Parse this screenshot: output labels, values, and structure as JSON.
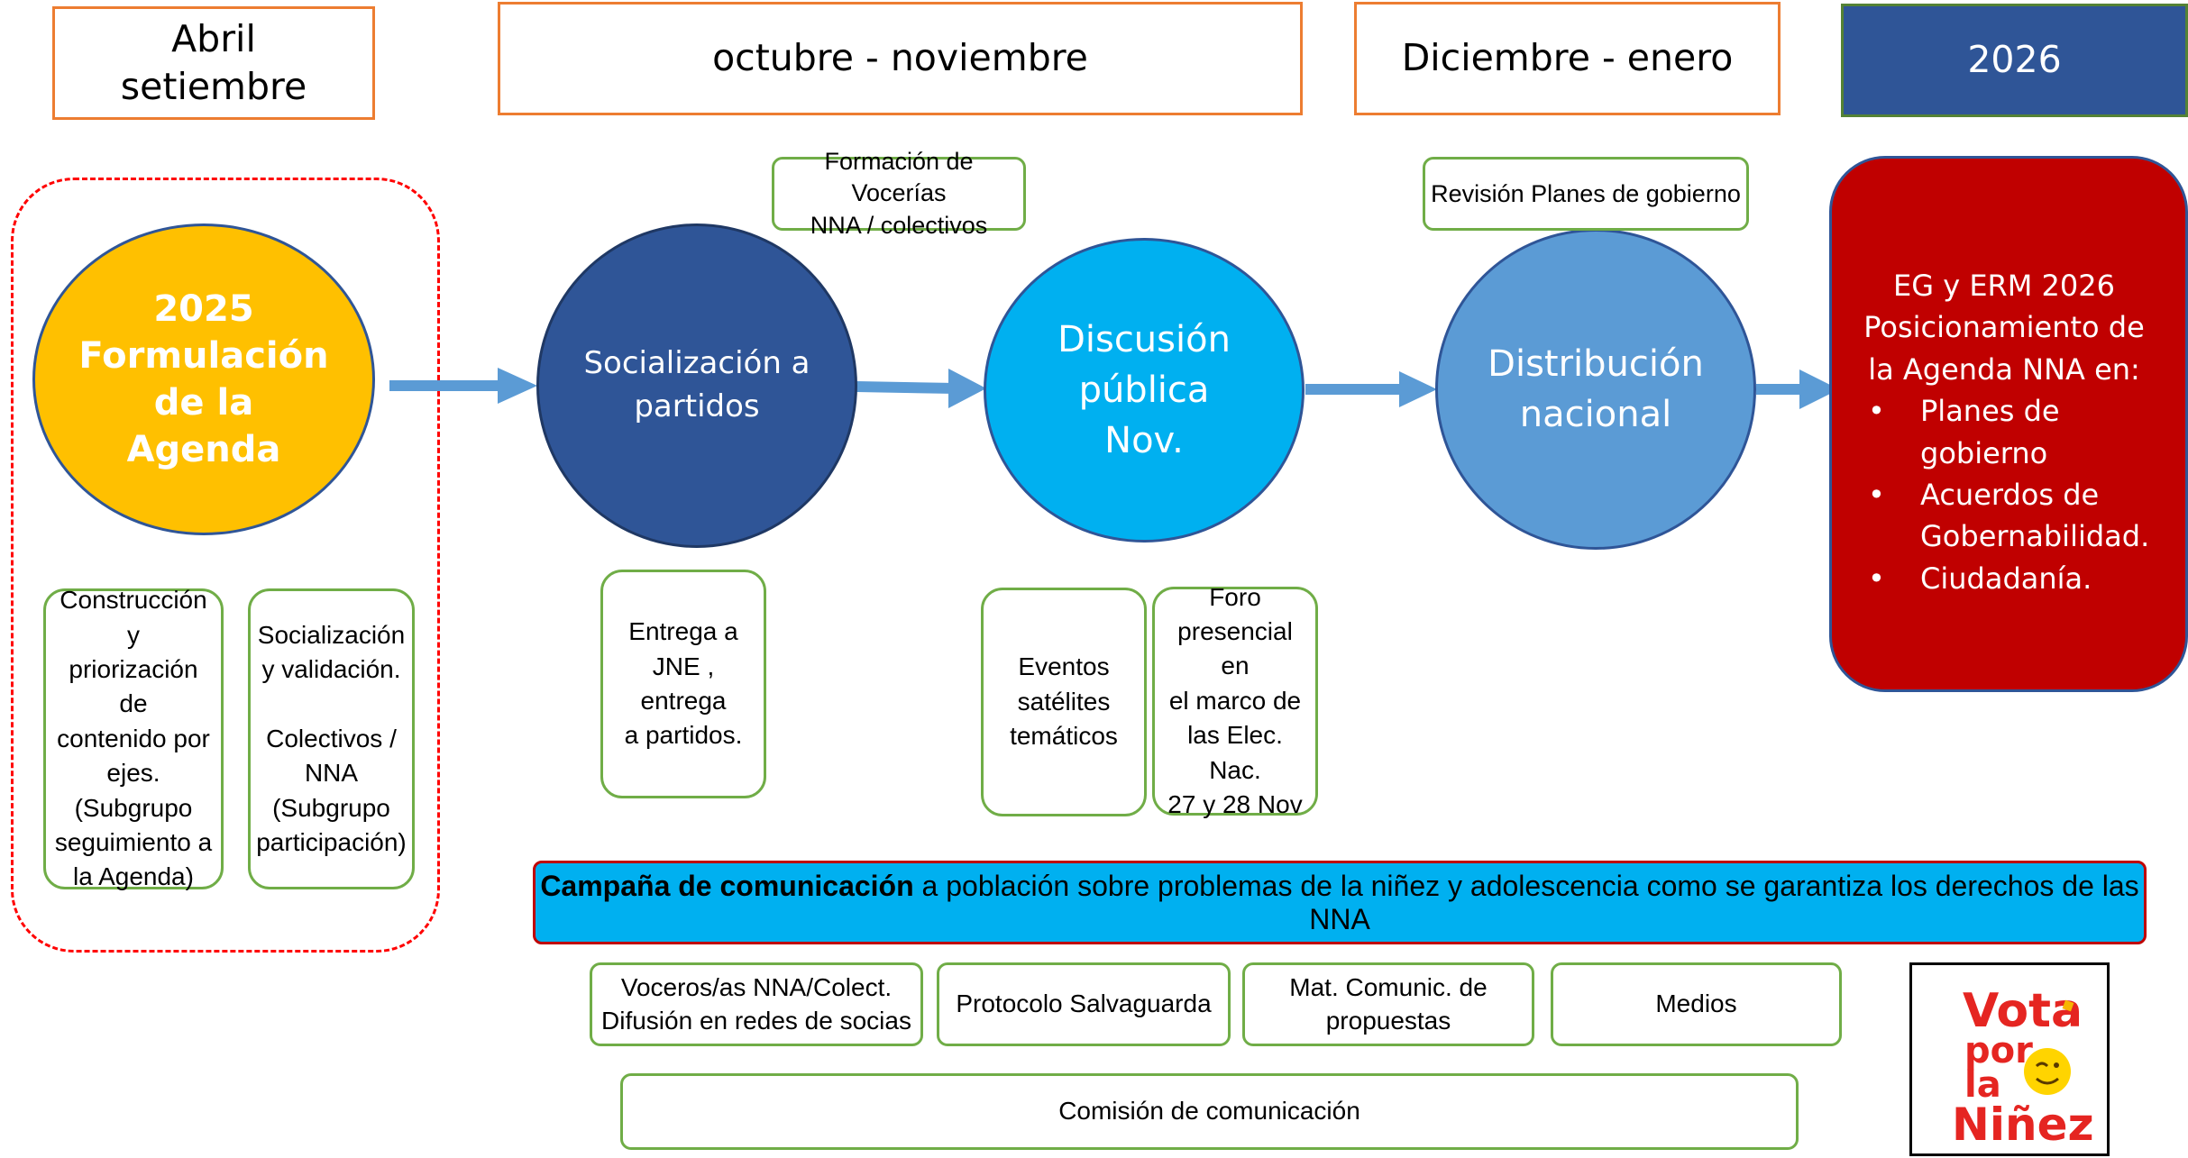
{
  "timeline": [
    {
      "label": "Abril\nsetiembre"
    },
    {
      "label": "octubre - noviembre"
    },
    {
      "label": "Diciembre - enero"
    },
    {
      "label": "2026"
    }
  ],
  "stages": [
    {
      "label": "2025\nFormulación\nde la\nAgenda"
    },
    {
      "label": "Socialización a\npartidos"
    },
    {
      "label": "Discusión\npública\nNov."
    },
    {
      "label": "Distribución\nnacional"
    }
  ],
  "top_notes": {
    "vocerias": "Formación de Vocerías\nNNA / colectivos",
    "revision": "Revisión Planes de gobierno"
  },
  "sub_boxes": {
    "construccion": "Construcción y\npriorización de\ncontenido por\nejes.\n(Subgrupo\nseguimiento a\nla Agenda)",
    "socializacion": "Socialización\ny validación.\n\nColectivos /\nNNA\n(Subgrupo\nparticipación)",
    "entrega": "Entrega a\nJNE , entrega\na partidos.",
    "eventos": "Eventos\nsatélites\ntemáticos",
    "foro": "Foro\npresencial en\nel marco de\nlas Elec. Nac.\n27 y 28 Nov"
  },
  "outcome": {
    "heading": "EG y ERM 2026\nPosicionamiento de\nla Agenda NNA en:",
    "items": [
      "Planes de\ngobierno",
      "Acuerdos de\nGobernabilidad.",
      "Ciudadanía."
    ]
  },
  "campaign": {
    "bold": "Campaña de comunicación",
    "text": " a población sobre problemas de la niñez y adolescencia como se garantiza los derechos de las NNA"
  },
  "activities": [
    "Voceros/as NNA/Colect.\nDifusión en redes de socias",
    "Protocolo Salvaguarda",
    "Mat. Comunic. de\npropuestas",
    "Medios"
  ],
  "commission": "Comisión de comunicación",
  "logo": {
    "line1": "Vota",
    "line2": "por",
    "line3": "la",
    "line4": "Niñez"
  },
  "colors": {
    "orange_border": "#ED7D31",
    "green_border": "#70AD47",
    "yellow_circle": "#FFC000",
    "dark_blue_circle": "#2F5597",
    "cyan_circle": "#00B0F0",
    "light_blue_circle": "#5B9BD5",
    "red_panel": "#C00000",
    "arrow": "#5B9BD5"
  }
}
